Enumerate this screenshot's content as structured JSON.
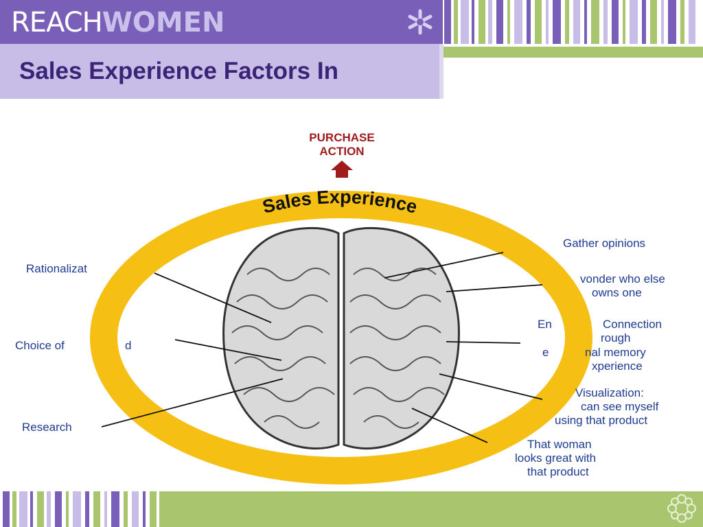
{
  "brand": {
    "part1": "REACH",
    "part2": "WOMEN"
  },
  "slide": {
    "title": "Sales Experience Factors In"
  },
  "diagram": {
    "top_label_line1": "PURCHASE",
    "top_label_line2": "ACTION",
    "ring_label": "Sales Experience",
    "left_labels": [
      "Rationalizat",
      "Choice of",
      "d",
      "Research"
    ],
    "right_labels": [
      [
        "Gather opinions"
      ],
      [
        "vonder who else",
        "owns one"
      ],
      [
        "En",
        "Connection",
        "rough",
        "e",
        "nal memory",
        "xperience"
      ],
      [
        "Visualization:",
        "can see myself",
        "using that product"
      ],
      [
        "That woman",
        "looks great with",
        "that product"
      ]
    ],
    "colors": {
      "ring": "#f5bf14",
      "arrow": "#a01c1c",
      "label": "#1f3b8f",
      "brand_bar": "#7a5fb9",
      "title_band": "#c7bde6",
      "green": "#a9c66f"
    }
  }
}
